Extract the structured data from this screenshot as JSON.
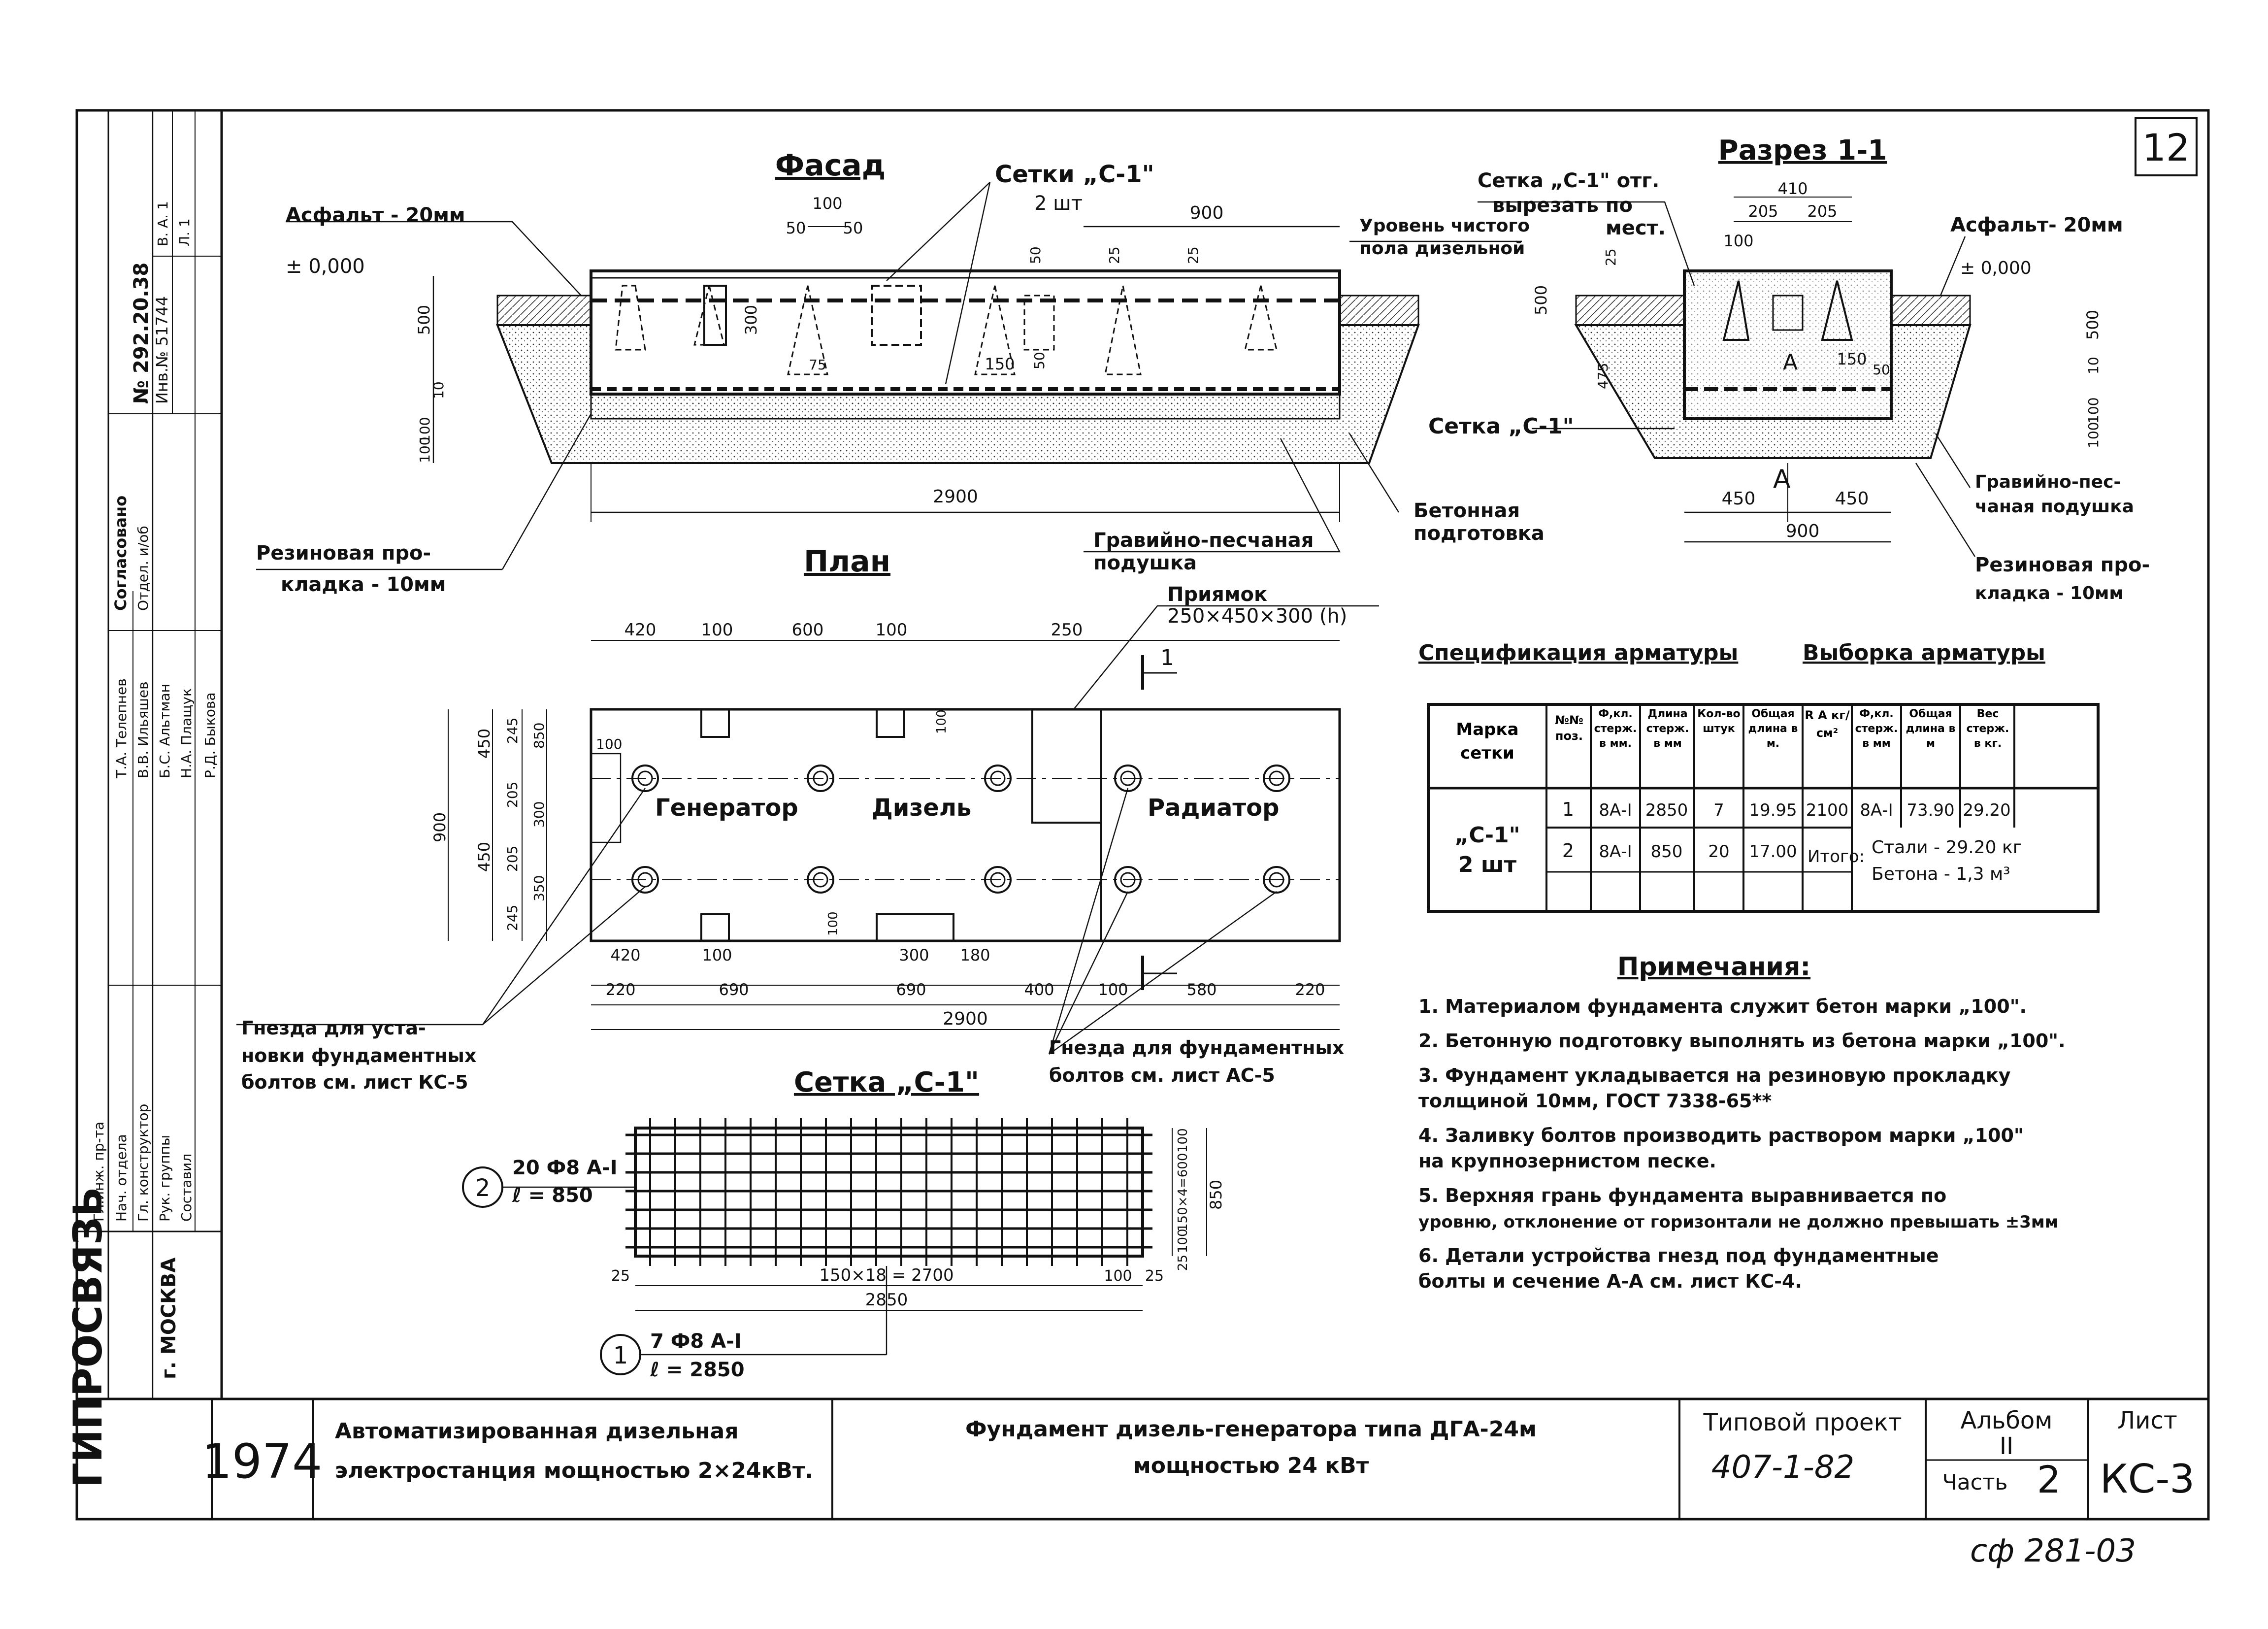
{
  "sheet": {
    "number": "12",
    "organization": "ГИПРОСВЯЗЬ",
    "city": "г. МОСКВА",
    "year": "1974",
    "project_name_1": "Автоматизированная дизельная",
    "project_name_2": "электростанция мощностью 2×24кВт.",
    "drawing_title_1": "Фундамент дизель-генератора типа ДГА-24м",
    "drawing_title_2": "мощностью  24 кВт",
    "typical_project_label": "Типовой проект",
    "typical_project_number": "407-1-82",
    "album_label": "Альбом",
    "album_value": "II",
    "part_label": "Часть",
    "part_value": "2",
    "sheet_label": "Лист",
    "sheet_code": "КС-3",
    "bottom_code": "сф 281-03"
  },
  "side_stamp": {
    "roles": [
      "Гл.инж. пр-та",
      "Нач. отдела",
      "Гл. конструктор",
      "Рук. группы",
      "Составил"
    ],
    "names": [
      "Т.А. Телепнев",
      "В.В. Ильяшев",
      "Б.С. Альтман",
      "Н.А. Плащук",
      "Р.Д. Быкова"
    ],
    "approval": "Согласовано",
    "inv_no": "Инв.№ 51744",
    "sheet_ref": "Л. 1",
    "album_ref": "В. А. 1",
    "stamp_code": "№ 292.20.38",
    "dept_label": "Отдел. и/об"
  },
  "facade": {
    "title": "Фасад",
    "labels": {
      "asphalt": "Асфальт - 20мм",
      "zero": "± 0,000",
      "nets": "Сетки „С-1\"",
      "nets_qty": "2 шт",
      "floor_1": "Уровень чистого",
      "floor_2": "пола дизельной",
      "rubber_1": "Резиновая про-",
      "rubber_2": "кладка - 10мм",
      "gravel_1": "Гравийно-песчаная",
      "gravel_2": "подушка",
      "concrete_1": "Бетонная",
      "concrete_2": "подготовка"
    },
    "dims": {
      "total": "2900",
      "right": "900",
      "d100": "100",
      "d50a": "50",
      "d50b": "50",
      "h500": "500",
      "h300": "300",
      "h10": "10",
      "h100": "100",
      "h100b": "100",
      "d150": "150",
      "d75": "75",
      "d25a": "25",
      "d25b": "25",
      "d50c": "50",
      "d50d": "50"
    }
  },
  "section": {
    "title": "Разрез 1-1",
    "labels": {
      "net_cut_1": "Сетка „С-1\" отг.",
      "net_cut_2": "вырезать по",
      "net_cut_3": "мест.",
      "asphalt": "Асфальт- 20мм",
      "zero": "± 0,000",
      "net": "Сетка „С-1\"",
      "gravel_1": "Гравийно-пес-",
      "gravel_2": "чаная подушка",
      "rubber_1": "Резиновая про-",
      "rubber_2": "кладка - 10мм",
      "mark_a": "А",
      "mark_a2": "А"
    },
    "dims": {
      "top": "410",
      "half_a": "205",
      "half_b": "205",
      "d100": "100",
      "d150": "150",
      "d50": "50",
      "bot_a": "450",
      "bot_b": "450",
      "total": "900",
      "h500a": "500",
      "h500b": "500",
      "h475": "475",
      "h100": "100",
      "h100b": "100",
      "h25": "25",
      "h10": "10"
    }
  },
  "plan": {
    "title": "План",
    "labels": {
      "pit_1": "Приямок",
      "pit_2": "250×450×300 (h)",
      "generator": "Генератор",
      "diesel": "Дизель",
      "radiator": "Радиатор",
      "sockets_left_1": "Гнезда для уста-",
      "sockets_left_2": "новки фундаментных",
      "sockets_left_3": "болтов см.  лист КС-5",
      "sockets_right_1": "Гнезда для фундаментных",
      "sockets_right_2": "болтов см. лист АС-5",
      "cut_mark": "1"
    },
    "dims_top": [
      "420",
      "100",
      "600",
      "100",
      "250"
    ],
    "dims_bottom_1": [
      "420",
      "100",
      "300",
      "180"
    ],
    "dims_bottom_2": [
      "220",
      "690",
      "690",
      "400",
      "100",
      "580",
      "220"
    ],
    "total": "2900",
    "left_dims": [
      "450",
      "450",
      "900"
    ],
    "left_dims_2": [
      "245",
      "205",
      "205",
      "245"
    ],
    "left_dims_3": [
      "100",
      "850",
      "300",
      "350"
    ],
    "d100": "100",
    "d100b": "100"
  },
  "net": {
    "title": "Сетка „С-1\"",
    "pos2": "2",
    "pos2_text_1": "20 Ф8 А-I",
    "pos2_text_2": "ℓ = 850",
    "pos1": "1",
    "pos1_text_1": "7 Ф8 А-I",
    "pos1_text_2": "ℓ = 2850",
    "dims": {
      "d25a": "25",
      "mid": "150×18 = 2700",
      "d100": "100",
      "d25b": "25",
      "total": "2850",
      "r100": "100",
      "r150": "150×4=600",
      "r100b": "100",
      "r25": "25",
      "r850": "850"
    }
  },
  "spec": {
    "title_left": "Спецификация арматуры",
    "title_right": "Выборка арматуры",
    "headers": [
      "Марка сетки",
      "№№ поз.",
      "Ф,кл. стерж. в мм.",
      "Длина стерж. в мм",
      "Кол-во штук",
      "Общая длина в м.",
      "R A кг/см²",
      "Ф,кл. стерж. в мм",
      "Общая длина в м",
      "Вес стерж. в кг."
    ],
    "mark": "„С-1\"",
    "mark_qty": "2 шт",
    "rows": [
      [
        "1",
        "8А-I",
        "2850",
        "7",
        "19.95",
        "2100",
        "8А-I",
        "73.90",
        "29.20"
      ],
      [
        "2",
        "8А-I",
        "850",
        "20",
        "17.00"
      ]
    ],
    "total_label": "Итого:",
    "steel": "Стали - 29.20 кг",
    "concrete": "Бетона - 1,3 м³"
  },
  "notes": {
    "title": "Примечания:",
    "items": [
      "1. Материалом фундамента служит бетон марки „100\".",
      "2. Бетонную подготовку выполнять из бетона марки „100\".",
      "3. Фундамент укладывается на резиновую прокладку",
      "    толщиной 10мм,  ГОСТ 7338-65**",
      "4. Заливку болтов производить раствором марки „100\"",
      "    на  крупнозернистом  песке.",
      "5. Верхняя грань фундамента выравнивается по",
      "    уровню, отклонение от горизонтали не должно превышать ±3мм",
      "6. Детали устройства  гнезд под фундаментные",
      "    болты  и сечение А-А  см.  лист  КС-4."
    ]
  }
}
